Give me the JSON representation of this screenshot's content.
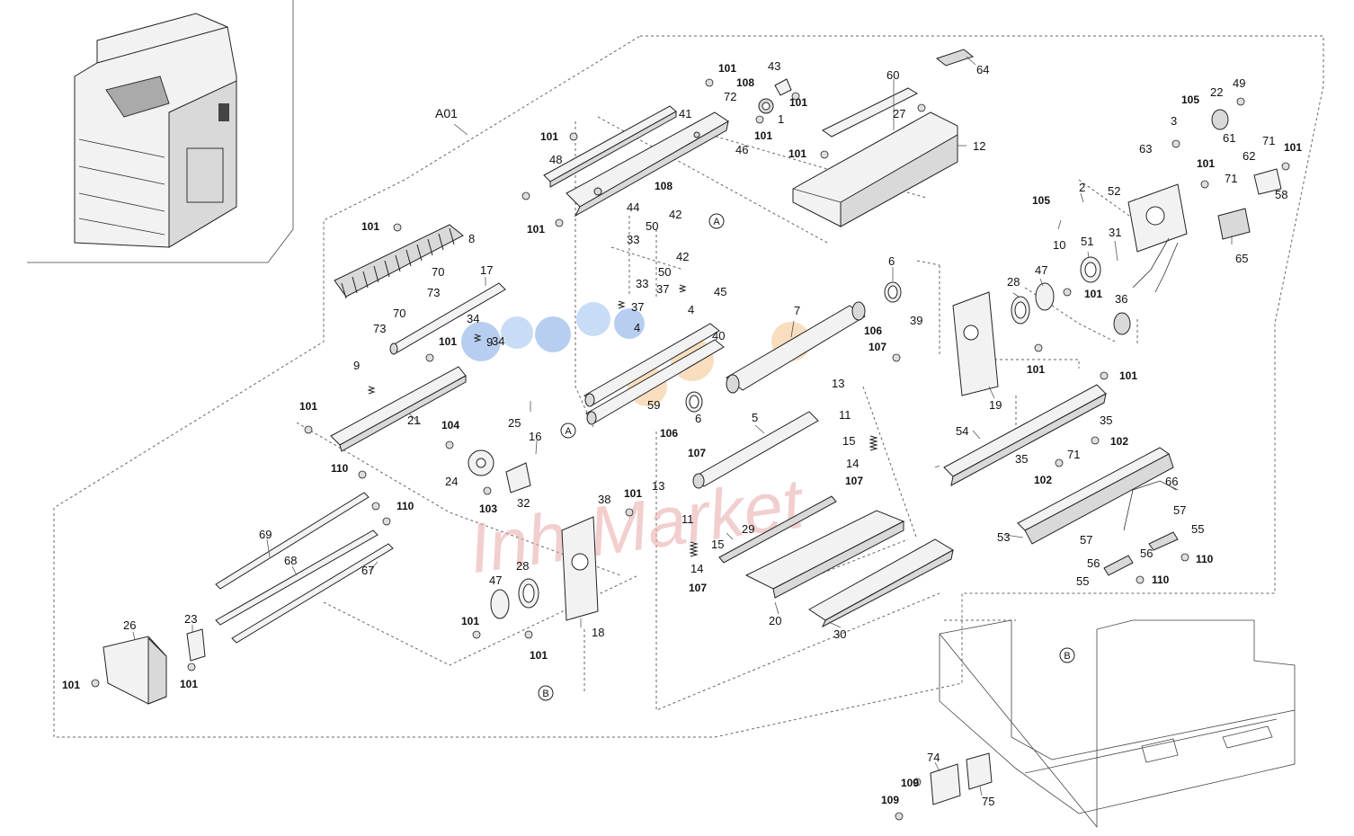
{
  "assembly": {
    "label": "A01",
    "refs": [
      "A",
      "A",
      "B",
      "B"
    ]
  },
  "watermark": {
    "text": "Inh-Market",
    "colors": [
      "#7da7e6",
      "#9cc1ef",
      "#f4c48a",
      "#e8a9a9"
    ]
  },
  "labels": {
    "top": [
      "101",
      "108",
      "72",
      "43",
      "101",
      "1",
      "101",
      "46",
      "60",
      "64",
      "27",
      "12",
      "101",
      "101",
      "48",
      "41",
      "108",
      "44",
      "42",
      "50",
      "42",
      "33",
      "50",
      "33",
      "101"
    ],
    "left": [
      "101",
      "8",
      "17",
      "70",
      "73",
      "70",
      "73",
      "34",
      "9",
      "101",
      "34",
      "9",
      "21",
      "101",
      "37",
      "37",
      "4",
      "4",
      "45",
      "40",
      "59"
    ],
    "center": [
      "6",
      "7",
      "106",
      "107",
      "39",
      "13",
      "11",
      "15",
      "14",
      "107",
      "5",
      "6",
      "106",
      "107",
      "13",
      "11",
      "15",
      "14",
      "107",
      "29",
      "20",
      "30",
      "104",
      "25",
      "16",
      "24",
      "103",
      "32",
      "38",
      "101",
      "47",
      "28",
      "18",
      "101",
      "101"
    ],
    "right": [
      "105",
      "3",
      "22",
      "49",
      "61",
      "63",
      "71",
      "101",
      "101",
      "62",
      "71",
      "58",
      "105",
      "2",
      "52",
      "10",
      "31",
      "51",
      "65",
      "28",
      "47",
      "101",
      "36",
      "101",
      "19",
      "101",
      "35",
      "102",
      "54",
      "35",
      "102",
      "71",
      "66",
      "57",
      "55",
      "53",
      "57",
      "56",
      "56",
      "110",
      "55",
      "110"
    ],
    "bottom_left": [
      "110",
      "110",
      "69",
      "68",
      "67",
      "26",
      "23",
      "101",
      "101"
    ],
    "bottom_right": [
      "74",
      "109",
      "75",
      "109"
    ]
  }
}
